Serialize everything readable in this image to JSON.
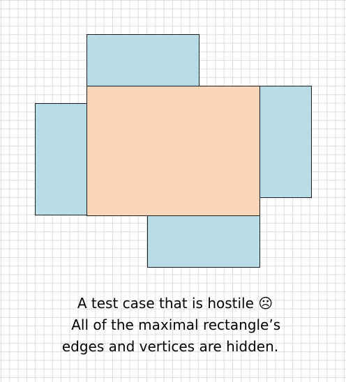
{
  "caption": {
    "line1": "A test case that is hostile ☹",
    "line2": " All of the maximal rectangle’s",
    "line3": "edges and vertices are hidden."
  },
  "colors": {
    "background": "#ffffff",
    "grid": "#dcdcdc",
    "outer_rectangles": "#b9dde7",
    "maximal_rectangle": "#fad6b8",
    "outline": "#1a1a1a"
  }
}
